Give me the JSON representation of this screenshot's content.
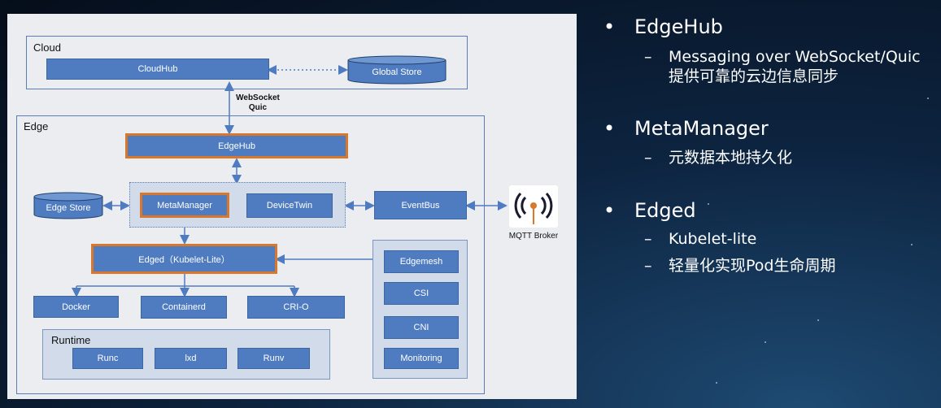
{
  "diagram": {
    "cloud": {
      "label": "Cloud",
      "cloudhub": "CloudHub",
      "global_store": "Global Store"
    },
    "link_label_line1": "WebSocket",
    "link_label_line2": "Quic",
    "edge": {
      "label": "Edge",
      "edgehub": "EdgeHub",
      "edge_store": "Edge Store",
      "metamanager": "MetaManager",
      "devicetwin": "DeviceTwin",
      "eventbus": "EventBus",
      "edged": "Edged（Kubelet-Lite）",
      "docker": "Docker",
      "containerd": "Containerd",
      "cri_o": "CRI-O",
      "runtime": {
        "label": "Runtime",
        "items": [
          "Runc",
          "lxd",
          "Runv"
        ]
      },
      "plugins": [
        "Edgemesh",
        "CSI",
        "CNI",
        "Monitoring"
      ]
    },
    "mqtt_broker": "MQTT Broker",
    "colors": {
      "box_fill": "#4f7cc0",
      "highlight_border": "#d9772b",
      "frame": "#5b7fb5",
      "panel_bg": "#ebedf0"
    }
  },
  "bullets": [
    {
      "title": "EdgeHub",
      "subs": [
        {
          "line1": "Messaging over WebSocket/Quic",
          "line2": "提供可靠的云边信息同步"
        }
      ]
    },
    {
      "title": "MetaManager",
      "subs": [
        {
          "line1": "元数据本地持久化"
        }
      ]
    },
    {
      "title": "Edged",
      "subs": [
        {
          "line1": "Kubelet-lite"
        },
        {
          "line1": "轻量化实现Pod生命周期"
        }
      ]
    }
  ],
  "symbols": {
    "bullet": "•",
    "dash": "–"
  }
}
